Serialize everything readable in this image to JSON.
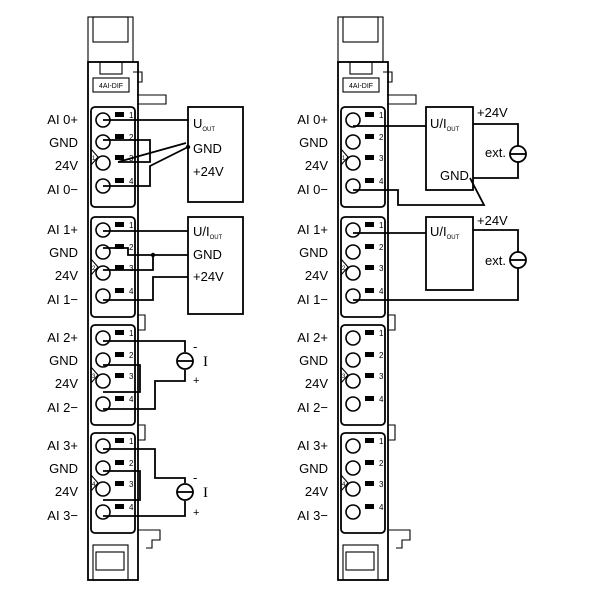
{
  "module_label": "4AI-DIF",
  "channel_labels": [
    [
      "AI 0+",
      "GND",
      "24V",
      "AI 0−"
    ],
    [
      "AI 1+",
      "GND",
      "24V",
      "AI 1−"
    ],
    [
      "AI 2+",
      "GND",
      "24V",
      "AI 2−"
    ],
    [
      "AI 3+",
      "GND",
      "24V",
      "AI 3−"
    ]
  ],
  "channel_numbers": [
    "1",
    "2",
    "3",
    "4"
  ],
  "pin_numbers": [
    "1",
    "2",
    "3",
    "4"
  ],
  "left": {
    "box0": {
      "line1_main": "U",
      "line1_sub": "OUT",
      "line2": "GND",
      "line3": "+24V"
    },
    "box1": {
      "line1_main": "U/I",
      "line1_sub": "OUT",
      "line2": "GND",
      "line3": "+24V"
    },
    "sensor_minus": "-",
    "sensor_plus": "+",
    "current_symbol": "I"
  },
  "right": {
    "box0": {
      "line1_main": "U/I",
      "line1_sub": "OUT",
      "gnd": "GND",
      "supply": "+24V",
      "ext": "ext."
    },
    "box1": {
      "line1_main": "U/I",
      "line1_sub": "OUT",
      "supply": "+24V",
      "ext": "ext."
    }
  }
}
